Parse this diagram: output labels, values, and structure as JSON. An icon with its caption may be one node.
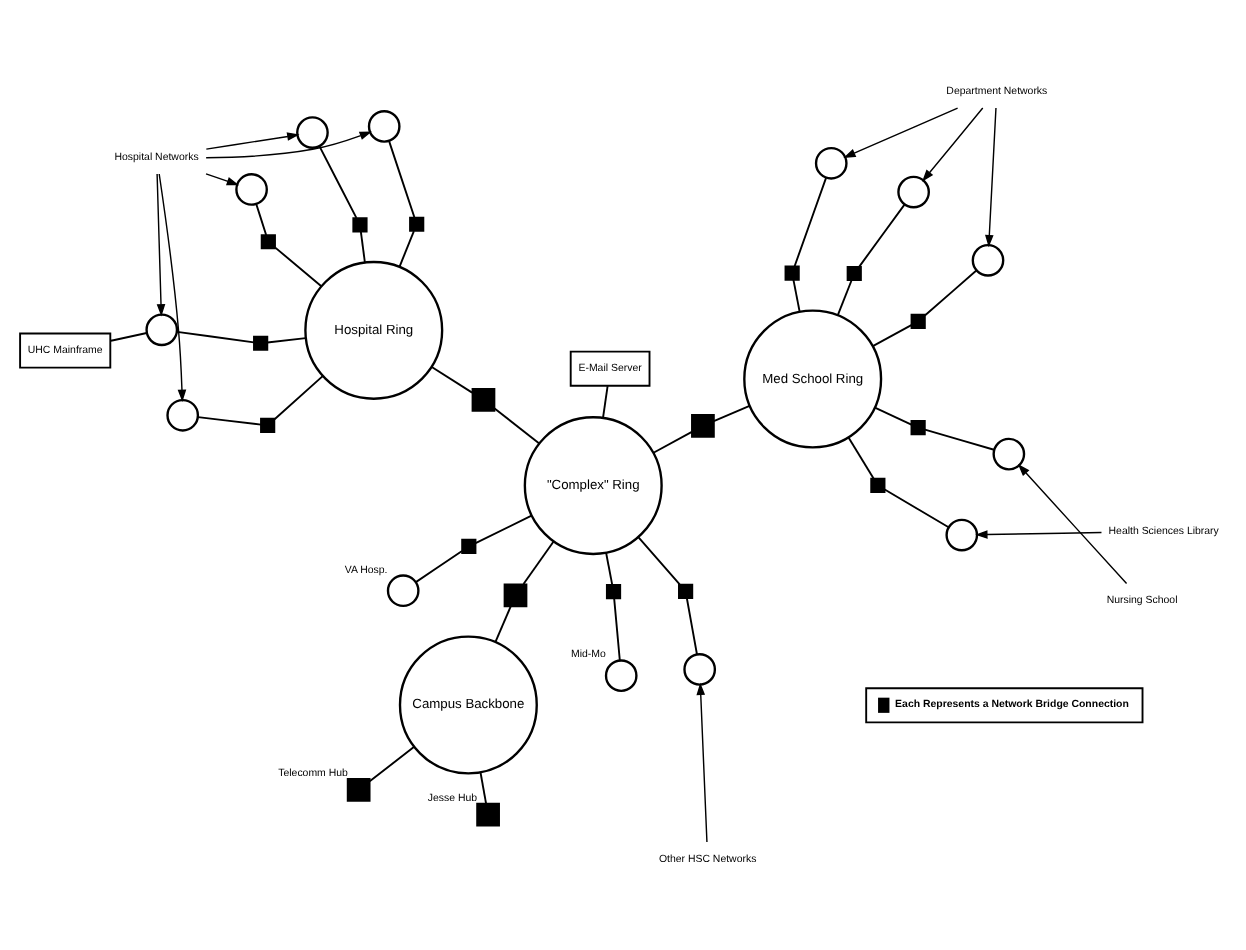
{
  "diagram": {
    "nodes": [
      {
        "text": [
          "Campus Backbone"
        ]
      },
      {
        "text": [],
        "shape": "box",
        "beside": [
          "Jesse Hub"
        ]
      },
      {
        "text": [],
        "shape": "box",
        "beside": [
          "Telecomm Hub"
        ]
      },
      {
        "text": [],
        "shape": "box"
      },
      {
        "text": [
          "\"Complex\" Ring"
        ]
      },
      {
        "text": [],
        "shape": "box"
      },
      {
        "text": [],
        "shape": "circle",
        "beside": [
          "VA Hosp."
        ]
      },
      {
        "text": [],
        "shape": "box"
      },
      {
        "text": [],
        "shape": "circle",
        "beside": [
          "Mid-Mo"
        ]
      },
      {
        "text": [
          "Med School Ring"
        ]
      },
      {
        "text": [],
        "shape": "box"
      },
      {
        "text": [],
        "shape": "box"
      },
      {
        "text": [
          "Hospital Ring"
        ]
      },
      {
        "text": [],
        "shape": "box"
      },
      {
        "text": [],
        "shape": "circle"
      },
      {
        "text": [
          "Other HSC Networks"
        ]
      },
      {
        "text": [
          "E-Mail Server"
        ]
      },
      {
        "text": [],
        "shape": "box"
      },
      {
        "text": [],
        "shape": "circle"
      },
      {
        "text": [],
        "shape": "box"
      },
      {
        "text": [],
        "shape": "circle"
      },
      {
        "text": [],
        "shape": "box"
      },
      {
        "text": [],
        "shape": "circle"
      },
      {
        "text": [],
        "shape": "box"
      },
      {
        "text": [],
        "shape": "circle"
      },
      {
        "text": [],
        "shape": "box"
      },
      {
        "text": [],
        "shape": "circle"
      },
      {
        "text": [
          "Department Networks"
        ]
      },
      {
        "text": [
          "Nursing School"
        ]
      },
      {
        "text": [
          "Health Sciences Library"
        ]
      },
      {
        "text": [],
        "shape": "box"
      },
      {
        "text": [],
        "shape": "circle"
      },
      {
        "text": [],
        "shape": "box"
      },
      {
        "text": [],
        "shape": "circle"
      },
      {
        "text": [],
        "shape": "box"
      },
      {
        "text": [],
        "shape": "circle"
      },
      {
        "text": [],
        "shape": "box"
      },
      {
        "text": [],
        "shape": "circle"
      },
      {
        "text": [],
        "shape": "box"
      },
      {
        "text": [],
        "shape": "circle"
      },
      {
        "text": [
          "Hospital Networks"
        ]
      },
      {
        "text": [
          "UHC Mainframe"
        ]
      }
    ],
    "edges": [
      {
        "from": 0,
        "to": 1,
        "arrow": "none"
      },
      {
        "from": 0,
        "to": 2,
        "arrow": "none"
      },
      {
        "from": 0,
        "to": 3,
        "arrow": "none"
      },
      {
        "from": 3,
        "to": 4,
        "arrow": "none"
      },
      {
        "from": 4,
        "to": 5,
        "arrow": "none"
      },
      {
        "from": 5,
        "to": 6,
        "arrow": "none"
      },
      {
        "from": 4,
        "to": 7,
        "arrow": "none"
      },
      {
        "from": 7,
        "to": 8,
        "arrow": "none"
      },
      {
        "from": 4,
        "to": 10,
        "arrow": "none"
      },
      {
        "from": 10,
        "to": 9,
        "arrow": "none"
      },
      {
        "from": 4,
        "to": 11,
        "arrow": "none"
      },
      {
        "from": 11,
        "to": 12,
        "arrow": "none"
      },
      {
        "from": 4,
        "to": 13,
        "arrow": "none"
      },
      {
        "from": 13,
        "to": 14,
        "arrow": "none"
      },
      {
        "from": 15,
        "to": 14,
        "arrow": "to"
      },
      {
        "from": 4,
        "to": 16,
        "arrow": "none"
      },
      {
        "from": 9,
        "to": 17,
        "arrow": "none"
      },
      {
        "from": 17,
        "to": 18,
        "arrow": "none"
      },
      {
        "from": 9,
        "to": 19,
        "arrow": "none"
      },
      {
        "from": 19,
        "to": 20,
        "arrow": "none"
      },
      {
        "from": 9,
        "to": 21,
        "arrow": "none"
      },
      {
        "from": 21,
        "to": 22,
        "arrow": "none"
      },
      {
        "from": 9,
        "to": 23,
        "arrow": "none"
      },
      {
        "from": 23,
        "to": 24,
        "arrow": "none"
      },
      {
        "from": 9,
        "to": 25,
        "arrow": "none"
      },
      {
        "from": 25,
        "to": 26,
        "arrow": "none"
      },
      {
        "from": 27,
        "to": 18,
        "arrow": "to"
      },
      {
        "from": 27,
        "to": 20,
        "arrow": "to"
      },
      {
        "from": 27,
        "to": 22,
        "arrow": "to"
      },
      {
        "from": 28,
        "to": 24,
        "arrow": "to"
      },
      {
        "from": 29,
        "to": 26,
        "arrow": "to"
      },
      {
        "from": 12,
        "to": 30,
        "arrow": "none"
      },
      {
        "from": 30,
        "to": 31,
        "arrow": "none"
      },
      {
        "from": 12,
        "to": 32,
        "arrow": "none"
      },
      {
        "from": 32,
        "to": 33,
        "arrow": "none"
      },
      {
        "from": 12,
        "to": 34,
        "arrow": "none"
      },
      {
        "from": 34,
        "to": 35,
        "arrow": "none"
      },
      {
        "from": 12,
        "to": 36,
        "arrow": "none"
      },
      {
        "from": 36,
        "to": 37,
        "arrow": "none"
      },
      {
        "from": 12,
        "to": 38,
        "arrow": "none"
      },
      {
        "from": 38,
        "to": 39,
        "arrow": "none"
      },
      {
        "from": 40,
        "to": 31,
        "arrow": "to"
      },
      {
        "from": 40,
        "to": 33,
        "arrow": "to"
      },
      {
        "from": 40,
        "to": 35,
        "arrow": "to"
      },
      {
        "from": 40,
        "to": 37,
        "arrow": "to"
      },
      {
        "from": 40,
        "to": 39,
        "arrow": "to"
      },
      {
        "from": 39,
        "to": 41,
        "arrow": "none"
      }
    ],
    "legend": [
      {
        "text": "Each Represents a Network Bridge Connection"
      }
    ]
  }
}
